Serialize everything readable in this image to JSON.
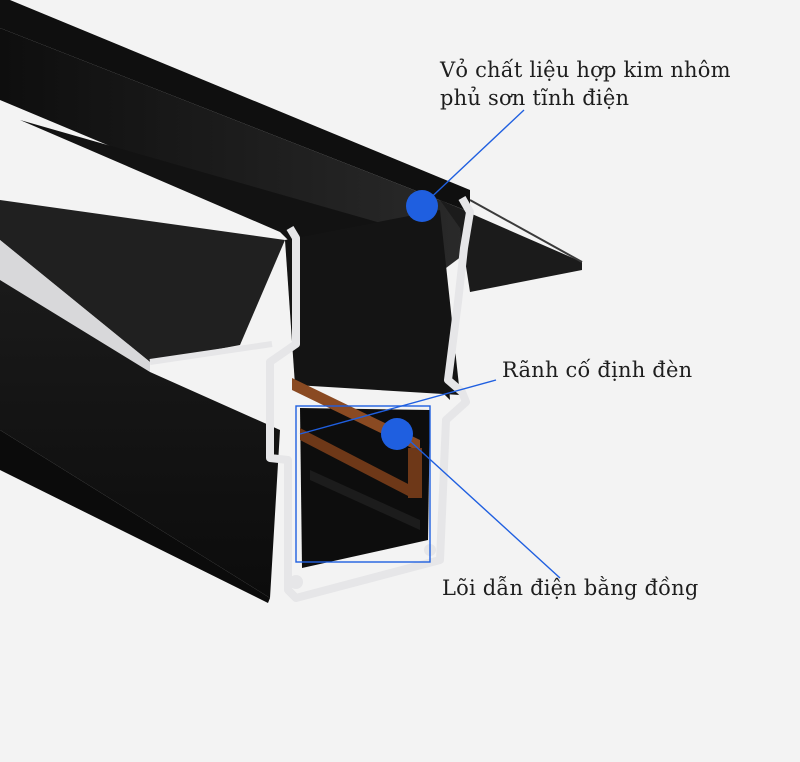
{
  "callouts": {
    "shell": {
      "line1": "Vỏ chất liệu hợp kim nhôm",
      "line2": "phủ sơn tĩnh điện"
    },
    "groove": {
      "text": "Rãnh cố định đèn"
    },
    "core": {
      "text": "Lõi dẫn điện bằng đồng"
    }
  },
  "colors": {
    "background": "#f3f3f3",
    "profile_black": "#161616",
    "aluminum_edge": "#e6e6e8",
    "copper": "#8a4a22",
    "callout_blue": "#1f5fe0"
  }
}
